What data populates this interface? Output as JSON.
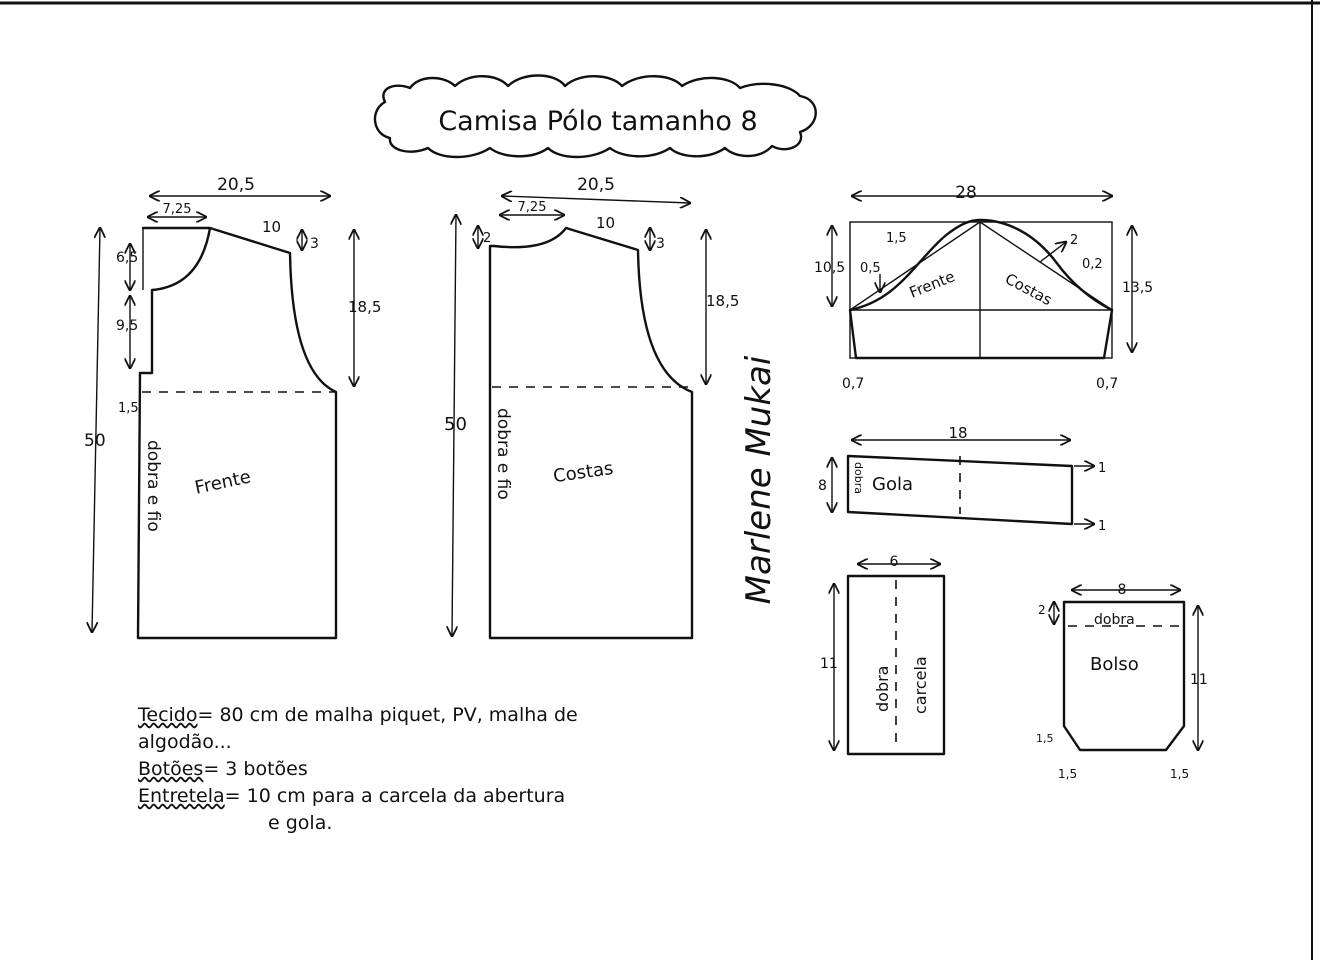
{
  "title": "Camisa Pólo tamanho 8",
  "signature": "Marlene Mukai",
  "front": {
    "label": "Frente",
    "fold": "dobra e fio",
    "dims": {
      "width": "20,5",
      "neck": "7,25",
      "shoulder": "10",
      "shoulder_drop": "3",
      "neck_depth": "6,5",
      "placket": "9,5",
      "placket_w": "1,5",
      "armhole": "18,5",
      "length": "50"
    }
  },
  "back": {
    "label": "Costas",
    "fold": "dobra e fio",
    "dims": {
      "width": "20,5",
      "neck": "7,25",
      "shoulder": "10",
      "shoulder_drop": "3",
      "neck_depth": "2",
      "armhole": "18,5",
      "length": "50"
    }
  },
  "sleeve": {
    "front_label": "Frente",
    "back_label": "Costas",
    "dims": {
      "width": "28",
      "cap_front": "10,5",
      "cap_back": "13,5",
      "curve_a": "1,5",
      "curve_b": "0,5",
      "curve_c": "2",
      "curve_d": "0,2",
      "hem_left": "0,7",
      "hem_right": "0,7"
    }
  },
  "collar": {
    "label": "Gola",
    "fold": "dobra",
    "dims": {
      "length": "18",
      "height": "8",
      "tip_top": "1",
      "tip_bottom": "1"
    }
  },
  "placket": {
    "label": "carcela",
    "fold": "dobra",
    "dims": {
      "width": "6",
      "height": "11"
    }
  },
  "pocket": {
    "label": "Bolso",
    "fold": "dobra",
    "dims": {
      "width": "8",
      "height": "11",
      "fold_depth": "2",
      "corner_h": "1,5",
      "corner_left": "1,5",
      "corner_right": "1,5"
    }
  },
  "notes": {
    "fabric_key": "Tecido",
    "fabric_text": "= 80 cm de malha piquet, PV, malha de",
    "fabric_text_2": "algodão...",
    "buttons_key": "Botões",
    "buttons_text": "= 3 botões",
    "interfacing_key": "Entretela",
    "interfacing_text": "= 10 cm para a carcela da abertura",
    "interfacing_text_2": "e gola."
  }
}
